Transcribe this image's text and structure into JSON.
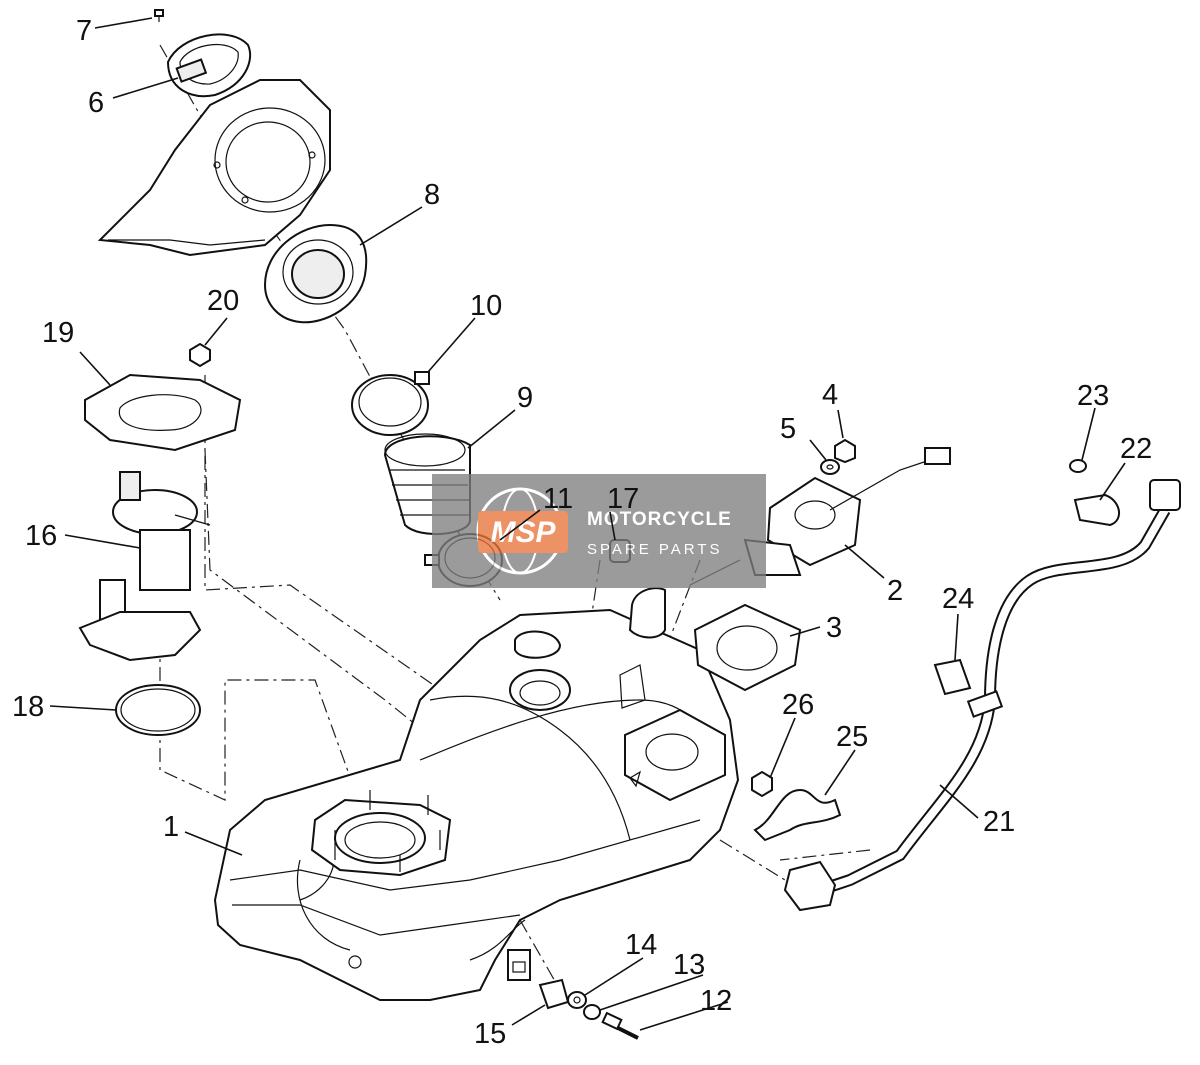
{
  "callouts": [
    {
      "id": "c1",
      "text": "1"
    },
    {
      "id": "c2",
      "text": "2"
    },
    {
      "id": "c3",
      "text": "3"
    },
    {
      "id": "c4",
      "text": "4"
    },
    {
      "id": "c5",
      "text": "5"
    },
    {
      "id": "c6",
      "text": "6"
    },
    {
      "id": "c7",
      "text": "7"
    },
    {
      "id": "c8",
      "text": "8"
    },
    {
      "id": "c9",
      "text": "9"
    },
    {
      "id": "c10",
      "text": "10"
    },
    {
      "id": "c11",
      "text": "11"
    },
    {
      "id": "c12",
      "text": "12"
    },
    {
      "id": "c13",
      "text": "13"
    },
    {
      "id": "c14",
      "text": "14"
    },
    {
      "id": "c15",
      "text": "15"
    },
    {
      "id": "c16",
      "text": "16"
    },
    {
      "id": "c17",
      "text": "17"
    },
    {
      "id": "c18",
      "text": "18"
    },
    {
      "id": "c19",
      "text": "19"
    },
    {
      "id": "c20",
      "text": "20"
    },
    {
      "id": "c21",
      "text": "21"
    },
    {
      "id": "c22",
      "text": "22"
    },
    {
      "id": "c23",
      "text": "23"
    },
    {
      "id": "c24",
      "text": "24"
    },
    {
      "id": "c25",
      "text": "25"
    },
    {
      "id": "c26",
      "text": "26"
    }
  ],
  "watermark": {
    "logo": "MSP",
    "line1": "MOTORCYCLE",
    "line2": "SPARE PARTS",
    "bg_color": "#7f7f7f",
    "logo_color": "#e8743b"
  }
}
